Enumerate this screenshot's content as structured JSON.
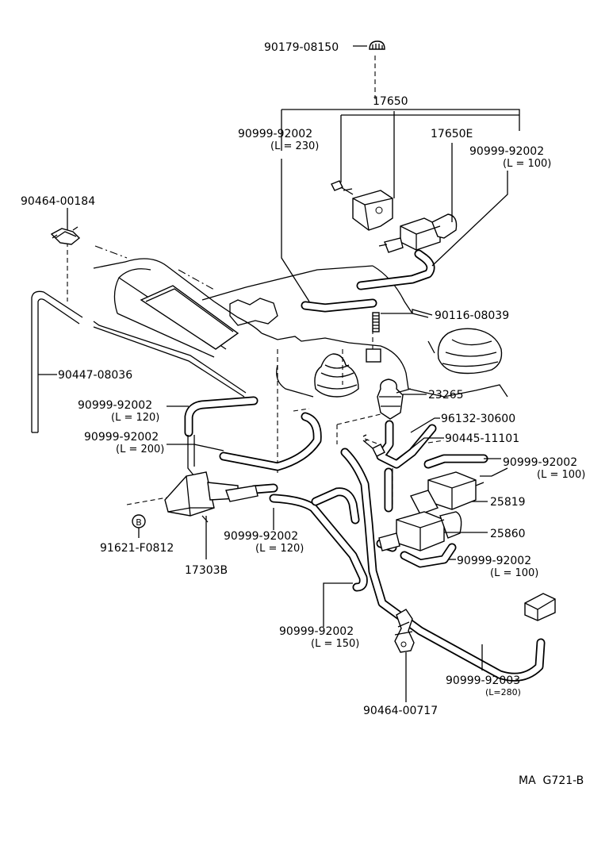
{
  "labels": {
    "p90179": "90179-08150",
    "p17650": "17650",
    "p17650e": "17650E",
    "p90999_230": "90999-92002",
    "l230": "(L = 230)",
    "p90999_100a": "90999-92002",
    "l100a": "(L = 100)",
    "p90464_184": "90464-00184",
    "p90116": "90116-08039",
    "p90447": "90447-08036",
    "p23265": "23265",
    "p90999_120a": "90999-92002",
    "l120a": "(L = 120)",
    "p96132": "96132-30600",
    "p90999_200": "90999-92002",
    "l200": "(L = 200)",
    "p90445": "90445-11101",
    "p90999_100b": "90999-92002",
    "l100b": "(L = 100)",
    "p25819": "25819",
    "b_circle": "B",
    "p91621": "91621-F0812",
    "p90999_120b": "90999-92002",
    "l120b": "(L = 120)",
    "p25860": "25860",
    "p17303b": "17303B",
    "p90999_100c": "90999-92002",
    "l100c": "(L = 100)",
    "p90999_150": "90999-92002",
    "l150": "(L = 150)",
    "p90999_92003": "90999-92003",
    "l280": "(L=280)",
    "p90464_717": "90464-00717",
    "code": "MA  G721-B"
  }
}
